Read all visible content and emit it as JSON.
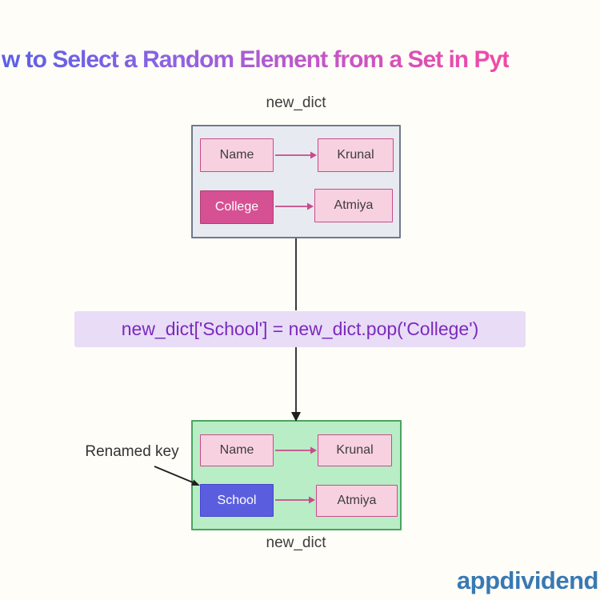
{
  "title": {
    "visible_text": "w to Select a Random Element from a Set in Pyt",
    "gradient_colors": [
      "#5a5fe8",
      "#8a63e2",
      "#c157c8",
      "#f14ba4"
    ]
  },
  "top_dict": {
    "label": "new_dict",
    "entries": [
      {
        "key": "Name",
        "value": "Krunal",
        "key_style": "pink"
      },
      {
        "key": "College",
        "value": "Atmiya",
        "key_style": "magenta-highlight"
      }
    ]
  },
  "code_banner": {
    "text": "new_dict['School'] = new_dict.pop('College')",
    "background": "#e8dcf7",
    "text_color": "#7b2abc"
  },
  "bottom_dict": {
    "label": "new_dict",
    "entries": [
      {
        "key": "Name",
        "value": "Krunal",
        "key_style": "pink"
      },
      {
        "key": "School",
        "value": "Atmiya",
        "key_style": "blue-highlight"
      }
    ]
  },
  "annotation": {
    "text": "Renamed key"
  },
  "watermark": {
    "text": "appdividend",
    "color": "#3879b4"
  },
  "colors": {
    "background": "#fffdf8",
    "top_box_fill": "#e7eaf0",
    "top_box_border": "#6f7a88",
    "green_box_fill": "#b9edc5",
    "green_box_border": "#4ca45f",
    "pink_cell_fill": "#f8d1e1",
    "pink_cell_border": "#c94a8c",
    "college_cell_fill": "#d65094",
    "school_cell_fill": "#5a5ede",
    "arrow_magenta": "#c94a8c",
    "arrow_dark": "#3a3a3a"
  }
}
